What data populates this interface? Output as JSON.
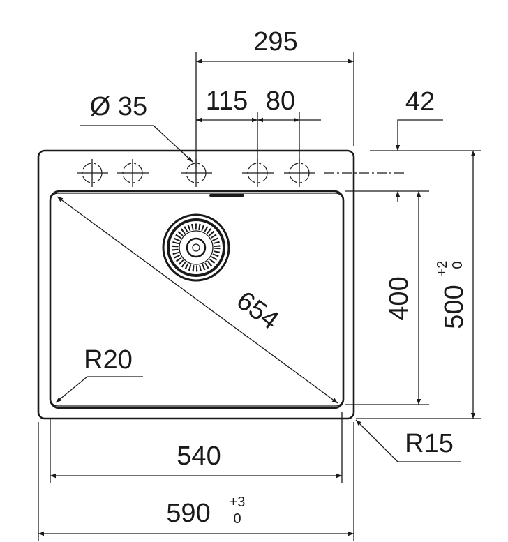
{
  "drawing": {
    "title": "Sink dimension drawing",
    "dimensions": {
      "tap_offset": "295",
      "hole_diameter": "Ø 35",
      "hole_spacing_1": "115",
      "hole_spacing_2": "80",
      "edge_to_bowl": "42",
      "bowl_depth": "400",
      "overall_depth": "500",
      "overall_depth_tol_upper": "+2",
      "overall_depth_tol_lower": "0",
      "diagonal": "654",
      "bowl_radius": "R20",
      "outer_radius": "R15",
      "bowl_width": "540",
      "overall_width": "590",
      "overall_width_tol_upper": "+3",
      "overall_width_tol_lower": "0"
    }
  }
}
